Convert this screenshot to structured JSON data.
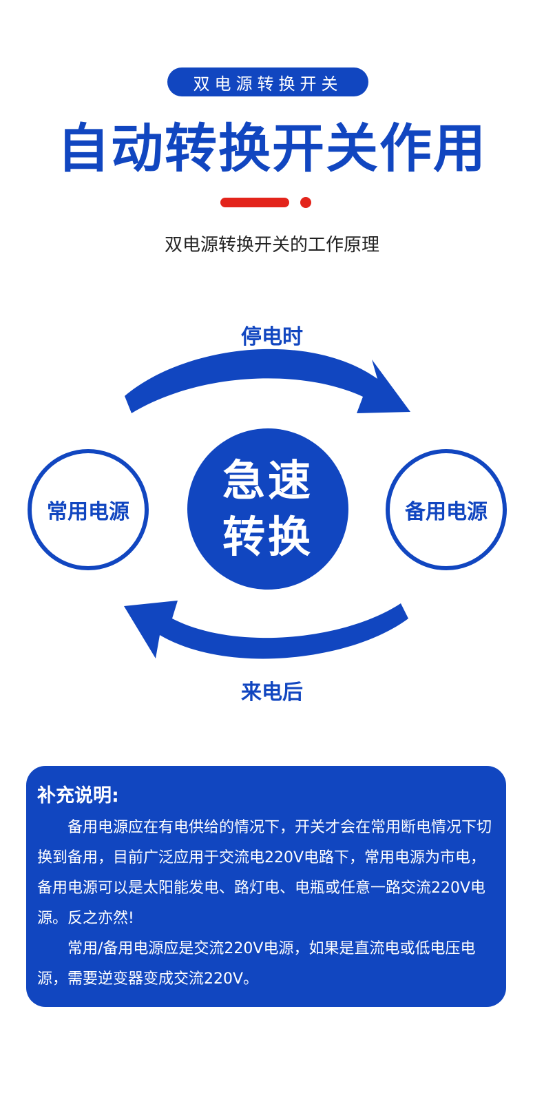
{
  "header": {
    "pill_label": "双电源转换开关",
    "title": "自动转换开关作用",
    "subtitle": "双电源转换开关的工作原理"
  },
  "diagram": {
    "top_label": "停电时",
    "bottom_label": "来电后",
    "left_source": "常用电源",
    "right_source": "备用电源",
    "center_line1": "急速",
    "center_line2": "转换"
  },
  "note": {
    "title": "补充说明:",
    "para1": "备用电源应在有电供给的情况下，开关才会在常用断电情况下切换到备用，目前广泛应用于交流电220V电路下，常用电源为市电，备用电源可以是太阳能发电、路灯电、电瓶或任意一路交流220V电源。反之亦然!",
    "para2": "常用/备用电源应是交流220V电源，如果是直流电或低电压电源，需要逆变器变成交流220V。"
  },
  "colors": {
    "primary_blue": "#1146c0",
    "accent_red": "#e3241b"
  }
}
